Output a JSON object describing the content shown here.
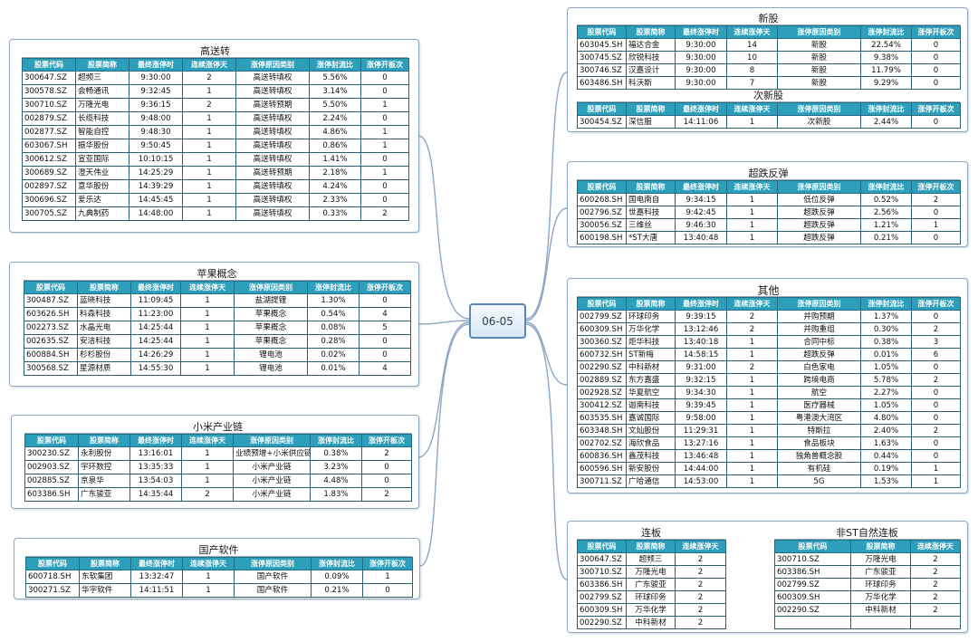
{
  "center": "06-05",
  "headers": {
    "full": [
      "股票代码",
      "股票简称",
      "最终涨停时",
      "连续涨停天",
      "涨停原因类别",
      "涨停封流比",
      "涨停开板次"
    ],
    "short": [
      "股票代码",
      "股票简称",
      "连续涨停天"
    ]
  },
  "groups": {
    "gaosongzhuan": {
      "title": "高送转",
      "rows": [
        [
          "300647.SZ",
          "超频三",
          "9:30:00",
          "2",
          "高送转填权",
          "5.56%",
          "0"
        ],
        [
          "300578.SZ",
          "会畅通讯",
          "9:32:45",
          "1",
          "高送转填权",
          "3.14%",
          "0"
        ],
        [
          "300710.SZ",
          "万隆光电",
          "9:36:15",
          "2",
          "高送转预期",
          "5.50%",
          "1"
        ],
        [
          "002879.SZ",
          "长缆科技",
          "9:48:00",
          "1",
          "高送转填权",
          "2.24%",
          "0"
        ],
        [
          "002877.SZ",
          "智能自控",
          "9:48:30",
          "1",
          "高送转填权",
          "4.86%",
          "1"
        ],
        [
          "603067.SH",
          "振华股份",
          "9:50:45",
          "1",
          "高送转填权",
          "0.86%",
          "1"
        ],
        [
          "300612.SZ",
          "宣亚国际",
          "10:10:15",
          "1",
          "高送转填权",
          "1.41%",
          "0"
        ],
        [
          "300689.SZ",
          "澄天伟业",
          "14:25:29",
          "1",
          "高送转预期",
          "2.18%",
          "1"
        ],
        [
          "002897.SZ",
          "意华股份",
          "14:39:29",
          "1",
          "高送转填权",
          "4.24%",
          "0"
        ],
        [
          "300696.SZ",
          "爱乐达",
          "14:45:45",
          "1",
          "高送转填权",
          "2.33%",
          "0"
        ],
        [
          "300705.SZ",
          "九典制药",
          "14:48:00",
          "1",
          "高送转填权",
          "0.33%",
          "2"
        ]
      ]
    },
    "apple": {
      "title": "苹果概念",
      "rows": [
        [
          "300487.SZ",
          "蓝晓科技",
          "11:09:45",
          "1",
          "盐湖提锂",
          "1.30%",
          "0"
        ],
        [
          "603626.SH",
          "科森科技",
          "11:23:00",
          "1",
          "苹果概念",
          "0.54%",
          "4"
        ],
        [
          "002273.SZ",
          "水晶光电",
          "14:25:44",
          "1",
          "苹果概念",
          "0.08%",
          "5"
        ],
        [
          "002635.SZ",
          "安洁科技",
          "14:25:44",
          "1",
          "苹果概念",
          "0.28%",
          "0"
        ],
        [
          "600884.SH",
          "杉杉股份",
          "14:26:29",
          "1",
          "锂电池",
          "0.02%",
          "0"
        ],
        [
          "300568.SZ",
          "星源材质",
          "14:55:30",
          "1",
          "锂电池",
          "0.01%",
          "4"
        ]
      ]
    },
    "xiaomi": {
      "title": "小米产业链",
      "rows": [
        [
          "300230.SZ",
          "永利股份",
          "13:16:01",
          "1",
          "业绩预增+小米供应链",
          "0.38%",
          "2"
        ],
        [
          "002903.SZ",
          "宇环数控",
          "13:35:33",
          "1",
          "小米产业链",
          "3.23%",
          "0"
        ],
        [
          "002885.SZ",
          "京泉华",
          "13:54:03",
          "1",
          "小米产业链",
          "4.48%",
          "0"
        ],
        [
          "603386.SH",
          "广东骏亚",
          "14:35:44",
          "2",
          "小米产业链",
          "1.83%",
          "2"
        ]
      ]
    },
    "software": {
      "title": "国产软件",
      "rows": [
        [
          "600718.SH",
          "东软集团",
          "13:32:47",
          "1",
          "国产软件",
          "0.09%",
          "1"
        ],
        [
          "300271.SZ",
          "华宇软件",
          "14:11:51",
          "1",
          "国产软件",
          "0.21%",
          "0"
        ]
      ]
    },
    "newstock": {
      "title": "新股",
      "rows": [
        [
          "603045.SH",
          "福达合金",
          "9:30:00",
          "14",
          "新股",
          "22.54%",
          "0"
        ],
        [
          "300745.SZ",
          "欣锐科技",
          "9:30:00",
          "10",
          "新股",
          "9.38%",
          "0"
        ],
        [
          "300746.SZ",
          "汉嘉设计",
          "9:30:00",
          "8",
          "新股",
          "11.79%",
          "0"
        ],
        [
          "603486.SH",
          "科沃斯",
          "9:30:00",
          "7",
          "新股",
          "9.29%",
          "0"
        ]
      ]
    },
    "subnew": {
      "title": "次新股",
      "rows": [
        [
          "300454.SZ",
          "深信服",
          "14:11:06",
          "1",
          "次新股",
          "2.44%",
          "0"
        ]
      ]
    },
    "rebound": {
      "title": "超跌反弹",
      "rows": [
        [
          "600268.SH",
          "国电南自",
          "9:34:15",
          "1",
          "低位反弹",
          "0.52%",
          "2"
        ],
        [
          "002796.SZ",
          "世嘉科技",
          "9:42:45",
          "1",
          "超跌反弹",
          "2.56%",
          "0"
        ],
        [
          "300056.SZ",
          "三维丝",
          "9:46:30",
          "1",
          "超跌反弹",
          "1.21%",
          "1"
        ],
        [
          "600198.SH",
          "*ST大唐",
          "13:40:48",
          "1",
          "超跌反弹",
          "0.21%",
          "0"
        ]
      ]
    },
    "other": {
      "title": "其他",
      "rows": [
        [
          "002799.SZ",
          "环球印务",
          "9:39:15",
          "2",
          "并购预期",
          "1.37%",
          "0"
        ],
        [
          "600309.SH",
          "万华化学",
          "13:12:46",
          "2",
          "并购重组",
          "0.30%",
          "2"
        ],
        [
          "300360.SZ",
          "炬华科技",
          "13:40:18",
          "1",
          "合同中标",
          "0.38%",
          "3"
        ],
        [
          "600732.SH",
          "ST新梅",
          "14:58:15",
          "1",
          "超跌反弹",
          "0.01%",
          "6"
        ],
        [
          "002290.SZ",
          "中科新材",
          "9:31:00",
          "2",
          "白色家电",
          "1.05%",
          "0"
        ],
        [
          "002889.SZ",
          "东方嘉盛",
          "9:32:15",
          "1",
          "跨境电商",
          "5.78%",
          "2"
        ],
        [
          "002928.SZ",
          "华夏航空",
          "9:34:30",
          "1",
          "航空",
          "2.27%",
          "0"
        ],
        [
          "300412.SZ",
          "迦南科技",
          "9:39:45",
          "1",
          "医疗器械",
          "1.05%",
          "0"
        ],
        [
          "603535.SH",
          "嘉诚国际",
          "9:58:00",
          "1",
          "粤港澳大湾区",
          "4.80%",
          "0"
        ],
        [
          "603348.SH",
          "文灿股份",
          "11:29:31",
          "1",
          "特斯拉",
          "2.40%",
          "2"
        ],
        [
          "002702.SZ",
          "海欣食品",
          "13:27:16",
          "1",
          "食品板块",
          "1.63%",
          "0"
        ],
        [
          "600836.SH",
          "鑫茂科技",
          "13:46:48",
          "1",
          "独角兽概念股",
          "0.44%",
          "0"
        ],
        [
          "600596.SH",
          "新安股份",
          "14:44:00",
          "1",
          "有机硅",
          "0.19%",
          "1"
        ],
        [
          "300711.SZ",
          "广哈通信",
          "14:53:00",
          "1",
          "5G",
          "1.53%",
          "1"
        ]
      ]
    },
    "consecutive": {
      "title": "连板",
      "rows": [
        [
          "300647.SZ",
          "超频三",
          "2"
        ],
        [
          "300710.SZ",
          "万隆光电",
          "2"
        ],
        [
          "603386.SH",
          "广东骏亚",
          "2"
        ],
        [
          "002799.SZ",
          "环球印务",
          "2"
        ],
        [
          "600309.SH",
          "万华化学",
          "2"
        ],
        [
          "002290.SZ",
          "中科新材",
          "2"
        ]
      ]
    },
    "nonst": {
      "title": "非ST自然连板",
      "rows": [
        [
          "300710.SZ",
          "万隆光电",
          "2"
        ],
        [
          "603386.SH",
          "广东骏亚",
          "2"
        ],
        [
          "002799.SZ",
          "环球印务",
          "2"
        ],
        [
          "600309.SH",
          "万华化学",
          "2"
        ],
        [
          "002290.SZ",
          "中科新材",
          "2"
        ],
        [
          "",
          "",
          ""
        ]
      ]
    }
  },
  "colors": {
    "header_bg": "#2d9fbb",
    "connector": "#8fa6c6",
    "topic_border": "#8fa6c6",
    "center_border": "#5b86b8"
  }
}
